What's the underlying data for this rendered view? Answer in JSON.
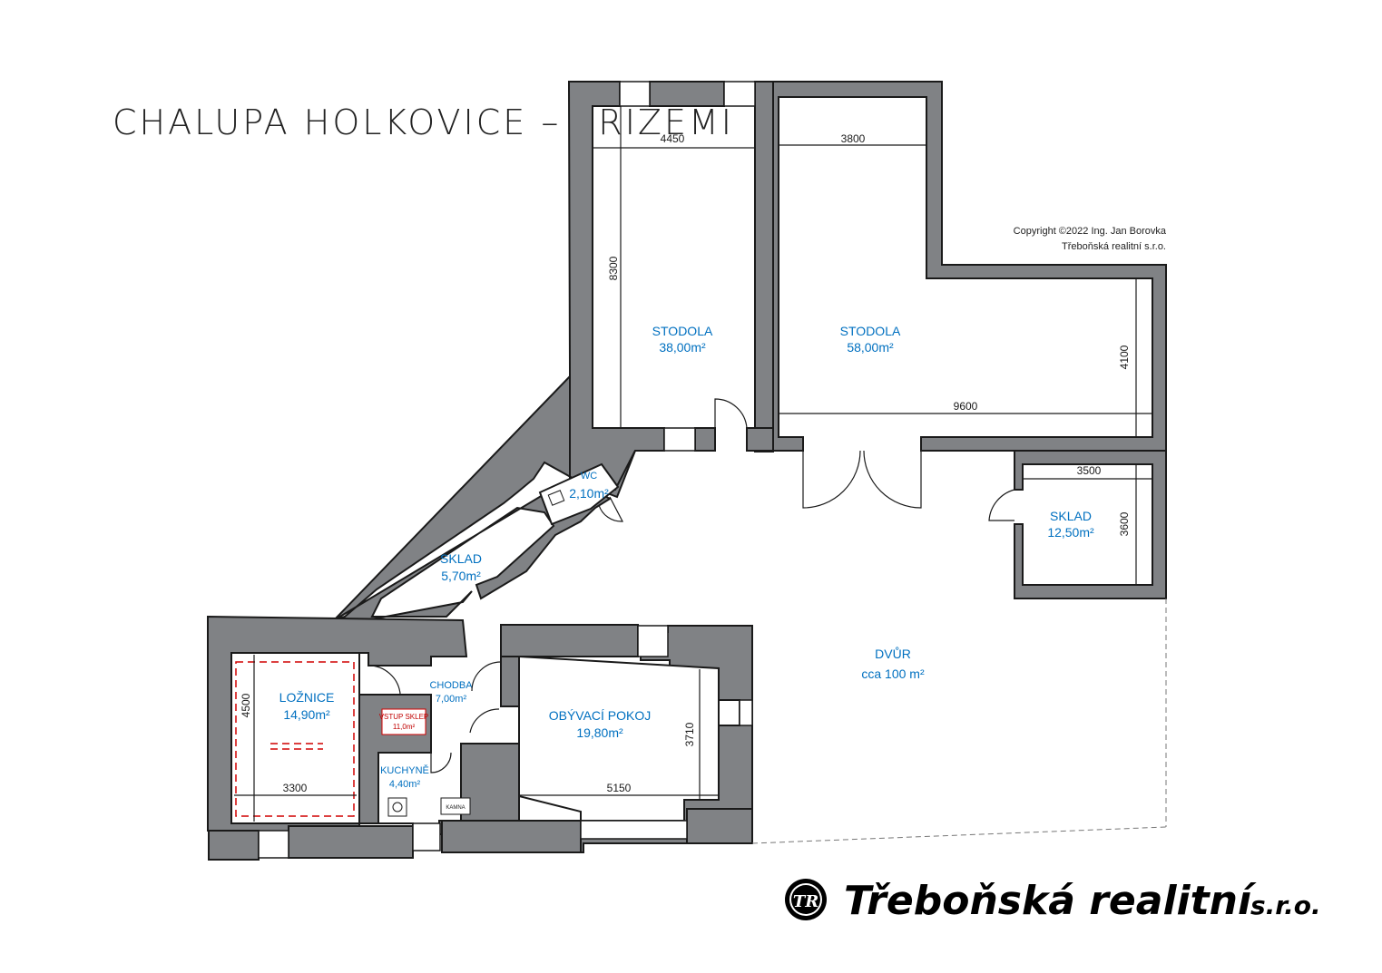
{
  "title": "CHALUPA HOLKOVICE – PŘÍZEMÍ",
  "copyright": {
    "line1": "Copyright ©2022 Ing. Jan Borovka",
    "line2": "Třeboňská realitní s.r.o."
  },
  "rooms": {
    "stodola1": {
      "name": "STODOLA",
      "area": "38,00m²"
    },
    "stodola2": {
      "name": "STODOLA",
      "area": "58,00m²"
    },
    "wc": {
      "name": "WC",
      "area": "2,10m²"
    },
    "sklad1": {
      "name": "SKLAD",
      "area": "5,70m²"
    },
    "sklad2": {
      "name": "SKLAD",
      "area": "12,50m²"
    },
    "loznice": {
      "name": "LOŽNICE",
      "area": "14,90m²"
    },
    "vstup_sklep": {
      "name": "VSTUP SKLEP",
      "area": "11,0m²"
    },
    "chodba": {
      "name": "CHODBA",
      "area": "7,00m²"
    },
    "kuchyne": {
      "name": "KUCHYNĚ",
      "area": "4,40m²",
      "stove": "KAMNA"
    },
    "obyvaci": {
      "name": "OBÝVACÍ POKOJ",
      "area": "19,80m²"
    },
    "dvur": {
      "name": "DVŮR",
      "area": "cca 100 m²"
    }
  },
  "dimensions": {
    "stodola1_w": "4450",
    "stodola1_h": "8300",
    "stodola2_w": "3800",
    "stodola2_long": "9600",
    "stodola2_h": "4100",
    "sklad2_w": "3500",
    "sklad2_h": "3600",
    "loznice_w": "3300",
    "loznice_h": "4500",
    "obyvaci_w": "5150",
    "obyvaci_h": "3710"
  },
  "brand": {
    "logo": "TR",
    "name": "Třeboňská realitní",
    "suffix": "s.r.o."
  }
}
